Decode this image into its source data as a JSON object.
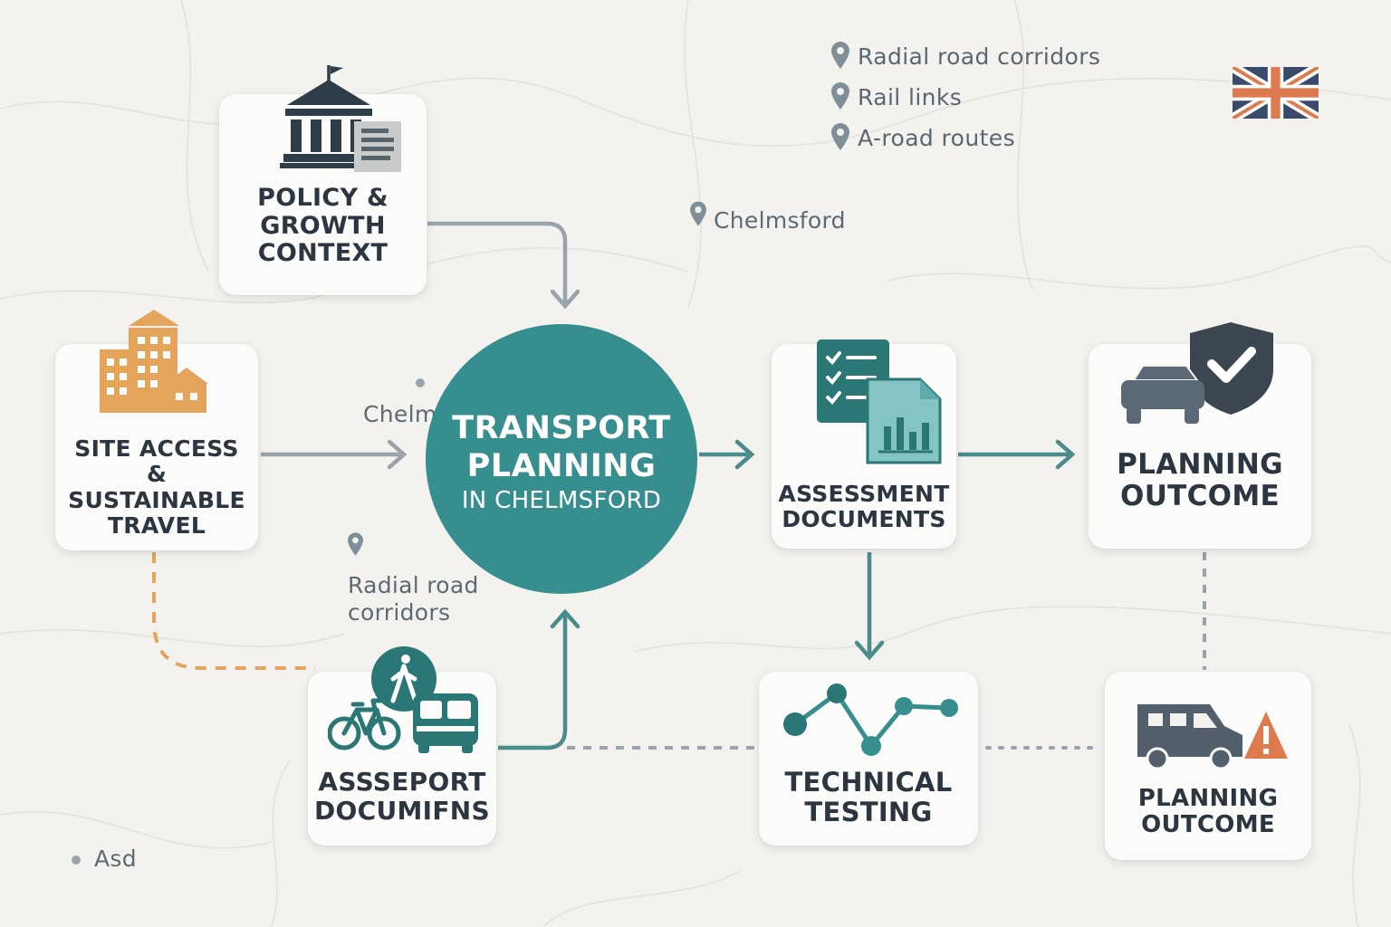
{
  "hub": {
    "title_line1": "TRANSPORT",
    "title_line2": "PLANNING",
    "subtitle": "IN CHELMSFORD"
  },
  "cards": {
    "policy": {
      "line1": "POLICY &",
      "line2": "GROWTH",
      "line3": "CONTEXT",
      "icon": "government-building-icon"
    },
    "site_access": {
      "line1": "SITE ACCESS",
      "line2": "& SUSTAINABLE",
      "line3": "TRAVEL",
      "icon": "buildings-icon"
    },
    "assessment": {
      "line1": "ASSESSMENT",
      "line2": "DOCUMENTS",
      "icon": "documents-chart-icon"
    },
    "outcome_top": {
      "line1": "PLANNING",
      "line2": "OUTCOME",
      "icon": "car-shield-check-icon"
    },
    "assport": {
      "line1": "ASSSEPORT",
      "line2": "DOCUMIFNS",
      "icon": "bike-pedestrian-bus-icon"
    },
    "technical": {
      "line1": "TECHNICAL",
      "line2": "TESTING",
      "icon": "line-graph-icon"
    },
    "outcome_bottom": {
      "line1": "PLANNING",
      "line2": "OUTCOME",
      "icon": "van-warning-icon"
    }
  },
  "legend": [
    {
      "label": "Radial road corridors",
      "icon": "map-pin-icon"
    },
    {
      "label": "Rail links",
      "icon": "map-pin-icon"
    },
    {
      "label": "A-road routes",
      "icon": "map-pin-icon"
    }
  ],
  "map_labels": {
    "chelmsford": "Chelmsford",
    "chelm_partial": "Chelm",
    "radial_line1": "Radial road",
    "radial_line2": "corridors",
    "asd": "Asd"
  },
  "colors": {
    "teal": "#368f8e",
    "teal_dark": "#2a7776",
    "slate": "#545f6c",
    "orange": "#e4a45c",
    "gray_connector": "#9aa3aa",
    "background": "#f3f2ef"
  },
  "flag": {
    "icon": "uk-flag-icon"
  }
}
